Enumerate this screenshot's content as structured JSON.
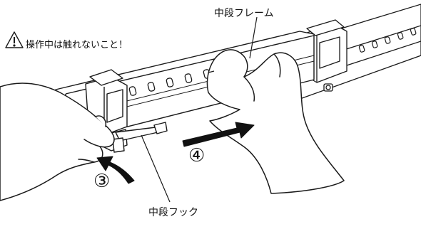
{
  "labels": {
    "frame": "中段フレーム",
    "warning": "操作中は触れないこと！",
    "hook": "中段フック"
  },
  "steps": {
    "three": "③",
    "four": "④"
  },
  "icons": {
    "warning": "warning-triangle-icon"
  },
  "colors": {
    "line": "#1a1a1a",
    "fill": "#ffffff",
    "arrow": "#111111"
  }
}
